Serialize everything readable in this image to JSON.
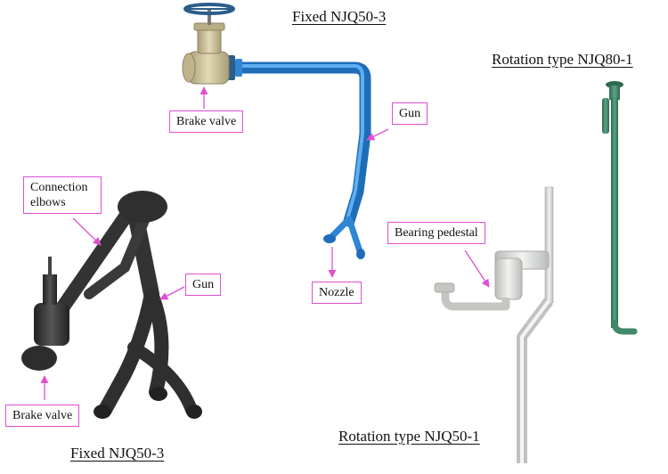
{
  "titles": {
    "top_center": "Fixed NJQ50-3",
    "top_right": "Rotation type NJQ80-1",
    "bottom_left": "Fixed NJQ50-3",
    "bottom_right": "Rotation type NJQ50-1"
  },
  "labels": {
    "brake_valve_top": "Brake valve",
    "gun_top": "Gun",
    "nozzle": "Nozzle",
    "connection_elbows": "Connection elbows",
    "gun_left": "Gun",
    "brake_valve_bottom": "Brake valve",
    "bearing_pedestal": "Bearing pedestal"
  },
  "colors": {
    "label_border": "#e04fd2",
    "arrow": "#e04fd2",
    "blue_gun": "#2f86d4",
    "green_gun": "#3f8a6a",
    "grey_gun": "#d7d9d6",
    "black_gun": "#3a3a3a",
    "valve_brass": "#c9bf9a",
    "valve_wheel": "#2a5d8a"
  }
}
